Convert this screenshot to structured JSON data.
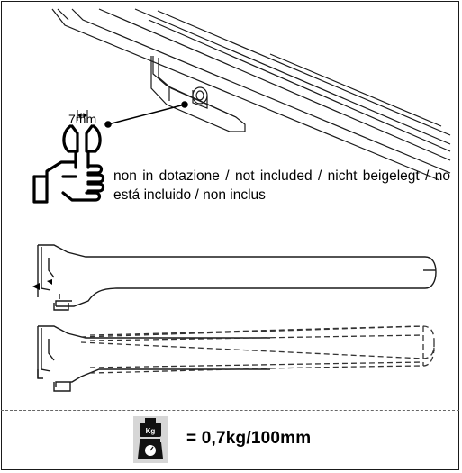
{
  "tool": {
    "size_label": "7mm",
    "note": "non in dotazione / not included / nicht beigelegt / no está incluido / non inclus"
  },
  "weight": {
    "scale_icon_text": "Kg",
    "formula": "= 0,7kg/100mm"
  }
}
